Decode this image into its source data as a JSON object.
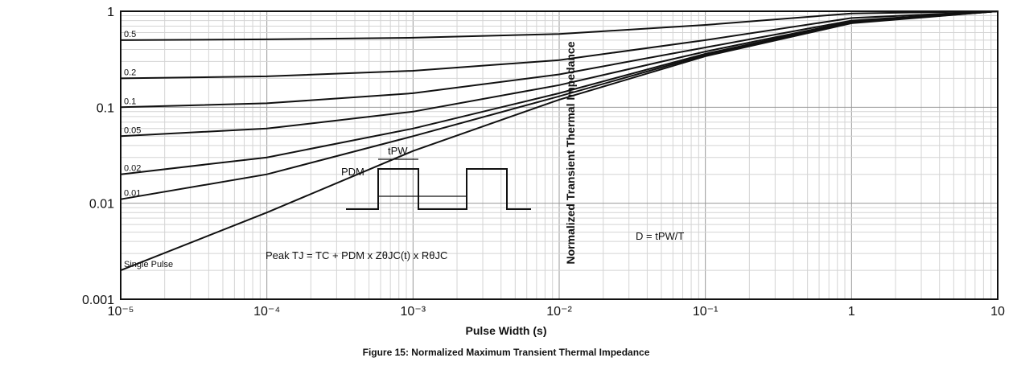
{
  "chart_data": {
    "type": "line",
    "title": "",
    "caption": "Figure 15: Normalized Maximum Transient Thermal Impedance",
    "xlabel": "Pulse Width (s)",
    "ylabel": "Normalized Transient Thermal Impedance",
    "x_scale": "log",
    "y_scale": "log",
    "xlim": [
      1e-05,
      10
    ],
    "ylim": [
      0.001,
      1
    ],
    "x_ticks": [
      "10⁻⁵",
      "10⁻⁴",
      "10⁻³",
      "10⁻²",
      "10⁻¹",
      "1",
      "10"
    ],
    "y_ticks": [
      "1",
      "0.1",
      "0.01",
      "0.001"
    ],
    "grid": true,
    "series": [
      {
        "name": "0.5",
        "x": [
          1e-05,
          0.0001,
          0.001,
          0.01,
          0.1,
          1,
          10
        ],
        "y": [
          0.5,
          0.51,
          0.53,
          0.58,
          0.72,
          0.95,
          1.0
        ]
      },
      {
        "name": "0.2",
        "x": [
          1e-05,
          0.0001,
          0.001,
          0.01,
          0.1,
          1,
          10
        ],
        "y": [
          0.2,
          0.21,
          0.24,
          0.31,
          0.5,
          0.85,
          1.0
        ]
      },
      {
        "name": "0.1",
        "x": [
          1e-05,
          0.0001,
          0.001,
          0.01,
          0.1,
          1,
          10
        ],
        "y": [
          0.1,
          0.11,
          0.14,
          0.22,
          0.42,
          0.8,
          1.0
        ]
      },
      {
        "name": "0.05",
        "x": [
          1e-05,
          0.0001,
          0.001,
          0.01,
          0.1,
          1,
          10
        ],
        "y": [
          0.05,
          0.06,
          0.09,
          0.17,
          0.38,
          0.78,
          1.0
        ]
      },
      {
        "name": "0.02",
        "x": [
          1e-05,
          0.0001,
          0.001,
          0.01,
          0.1,
          1,
          10
        ],
        "y": [
          0.02,
          0.03,
          0.06,
          0.14,
          0.36,
          0.77,
          1.0
        ]
      },
      {
        "name": "0.01",
        "x": [
          1e-05,
          0.0001,
          0.001,
          0.01,
          0.1,
          1,
          10
        ],
        "y": [
          0.011,
          0.02,
          0.05,
          0.13,
          0.35,
          0.76,
          1.0
        ]
      },
      {
        "name": "Single Pulse",
        "x": [
          1e-05,
          0.0001,
          0.001,
          0.01,
          0.1,
          1,
          10
        ],
        "y": [
          0.002,
          0.008,
          0.035,
          0.12,
          0.34,
          0.75,
          1.0
        ]
      }
    ],
    "annotations": {
      "pdm": "PDM",
      "tpw": "tPW",
      "duty": "D = tPW/T",
      "formula": "Peak TJ = TC + PDM x ZθJC(t) x RθJC"
    }
  }
}
